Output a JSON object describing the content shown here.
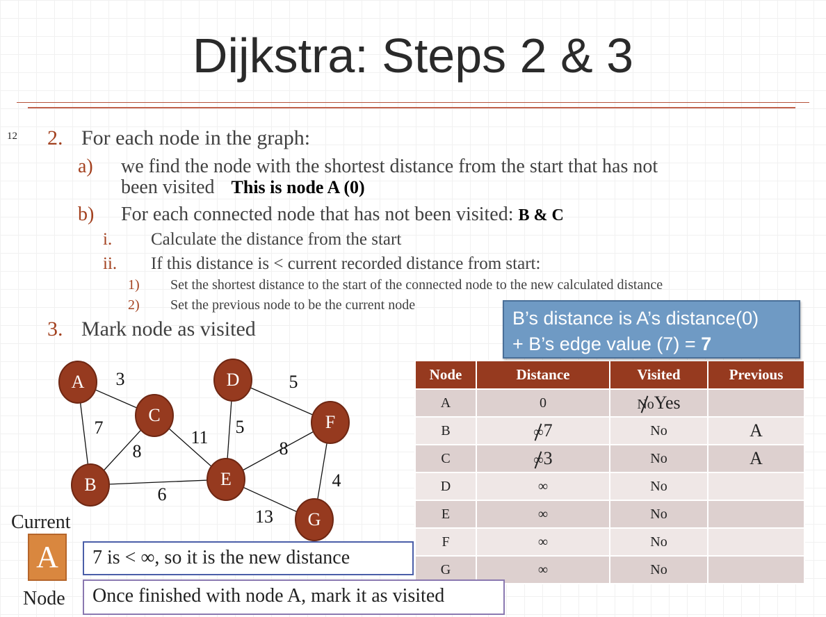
{
  "title": "Dijkstra: Steps 2 & 3",
  "slide_number": "12",
  "steps": {
    "s2_num": "2.",
    "s2_text": "For each node in the graph:",
    "a_num": "a)",
    "a_text1": "we find the node with the shortest distance from the start that has not",
    "a_text2": "been visited",
    "a_bold": "This is node A (0)",
    "b_num": "b)",
    "b_text": "For each connected node that has not been visited:",
    "b_bold": "B & C",
    "i_num": "i.",
    "i_text": "Calculate the distance from the start",
    "ii_num": "ii.",
    "ii_text": "If this distance is < current recorded distance from start:",
    "n1_num": "1)",
    "n1_text": "Set the shortest distance to the start of the connected node to the new calculated distance",
    "n2_num": "2)",
    "n2_text": "Set the previous node to be the current node",
    "s3_num": "3.",
    "s3_text": "Mark node as visited"
  },
  "callout": {
    "line1": "B’s distance is A’s distance(0)",
    "line2": "+ B’s edge value (7) = ",
    "line2_bold": "7"
  },
  "table": {
    "headers": [
      "Node",
      "Distance",
      "Visited",
      "Previous"
    ],
    "rows": [
      {
        "node": "A",
        "distance_old": "",
        "distance": "0",
        "visited_old": "No",
        "visited": "Yes",
        "previous": ""
      },
      {
        "node": "B",
        "distance_old": "∞",
        "distance": "7",
        "visited_old": "",
        "visited": "No",
        "previous": "A"
      },
      {
        "node": "C",
        "distance_old": "∞",
        "distance": "3",
        "visited_old": "",
        "visited": "No",
        "previous": "A"
      },
      {
        "node": "D",
        "distance_old": "",
        "distance": "∞",
        "visited_old": "",
        "visited": "No",
        "previous": ""
      },
      {
        "node": "E",
        "distance_old": "",
        "distance": "∞",
        "visited_old": "",
        "visited": "No",
        "previous": ""
      },
      {
        "node": "F",
        "distance_old": "",
        "distance": "∞",
        "visited_old": "",
        "visited": "No",
        "previous": ""
      },
      {
        "node": "G",
        "distance_old": "",
        "distance": "∞",
        "visited_old": "",
        "visited": "No",
        "previous": ""
      }
    ]
  },
  "graph": {
    "nodes": [
      "A",
      "B",
      "C",
      "D",
      "E",
      "F",
      "G"
    ],
    "edges": [
      [
        "A",
        "C",
        "3"
      ],
      [
        "A",
        "B",
        "7"
      ],
      [
        "C",
        "B",
        "8"
      ],
      [
        "C",
        "E",
        "11"
      ],
      [
        "D",
        "E",
        "5"
      ],
      [
        "D",
        "F",
        "5"
      ],
      [
        "F",
        "E",
        "8"
      ],
      [
        "F",
        "G",
        "4"
      ],
      [
        "B",
        "E",
        "6"
      ],
      [
        "E",
        "G",
        "13"
      ]
    ],
    "node_color": "#963a1f"
  },
  "current": {
    "label_top": "Current",
    "value": "A",
    "label_bottom": "Node"
  },
  "notes": {
    "note1": "7 is < ∞, so it is the new distance",
    "note2": "Once finished with node A, mark it as visited"
  }
}
